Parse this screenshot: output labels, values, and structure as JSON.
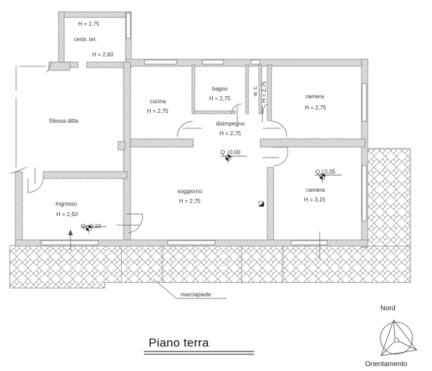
{
  "drawing": {
    "title": "Piano  terra",
    "type": "floor plan",
    "north_label": "Nord",
    "orientation_label": "Orientamento",
    "sidewalk_label": "marciapiede"
  },
  "rooms": [
    {
      "id": "centrale-termica",
      "name": "centr. ter.",
      "height_top": "H = 1,75",
      "height_bottom": "H = 2,60"
    },
    {
      "id": "stessa-ditta",
      "name": "Stessa ditta"
    },
    {
      "id": "cucina",
      "name": "cucina",
      "height": "H = 2,75"
    },
    {
      "id": "bagno",
      "name": "bagno",
      "height": "H = 2,75"
    },
    {
      "id": "wc",
      "name": "w. c.",
      "height": "H = 2,75"
    },
    {
      "id": "camera-1",
      "name": "camera",
      "height": "H = 2,75"
    },
    {
      "id": "disimpegno",
      "name": "disimpegno",
      "height": "H = 2,75"
    },
    {
      "id": "soggiorno",
      "name": "soggiorno",
      "height": "H = 2,75"
    },
    {
      "id": "camera-2",
      "name": "camera",
      "height": "H = 3,15"
    },
    {
      "id": "ingresso",
      "name": "Ingresso",
      "height": "H = 2,50"
    }
  ],
  "elevations": [
    {
      "id": "soggiorno-level",
      "label": "Q",
      "value": "0,00"
    },
    {
      "id": "camera-level",
      "label": "Q",
      "value": "0,05"
    },
    {
      "id": "ingresso-level",
      "label": "Q",
      "value": "0,10"
    }
  ],
  "colors": {
    "wall_hatch": "#9a9a9a",
    "wall_fill": "#d9d9d9",
    "line": "#555555",
    "paving": "#8a8a8a",
    "background": "#ffffff"
  }
}
